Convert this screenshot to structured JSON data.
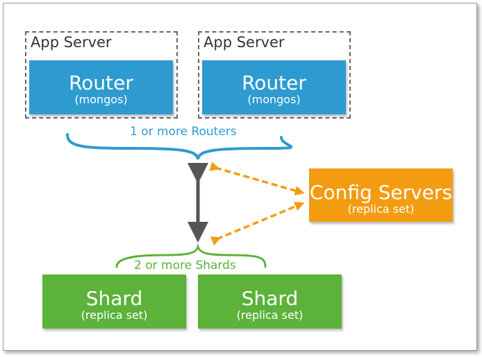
{
  "app_servers": [
    {
      "label": "App Server",
      "router": {
        "title": "Router",
        "subtitle": "(mongos)"
      }
    },
    {
      "label": "App Server",
      "router": {
        "title": "Router",
        "subtitle": "(mongos)"
      }
    }
  ],
  "routers_brace_label": "1 or more Routers",
  "config_servers": {
    "title": "Config Servers",
    "subtitle": "(replica set)"
  },
  "shards_brace_label": "2 or more Shards",
  "shards": [
    {
      "title": "Shard",
      "subtitle": "(replica set)"
    },
    {
      "title": "Shard",
      "subtitle": "(replica set)"
    }
  ],
  "colors": {
    "router": "#2e9bd0",
    "config": "#f39c12",
    "shard": "#5cb23a",
    "arrow": "#555555"
  }
}
